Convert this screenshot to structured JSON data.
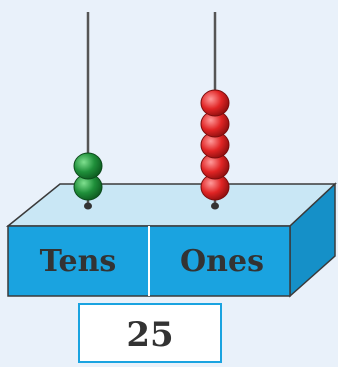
{
  "abacus": {
    "tens_label": "Tens",
    "ones_label": "Ones",
    "tens_beads": 2,
    "ones_beads": 5,
    "tens_bead_color": "#1f8f3a",
    "ones_bead_color": "#e02424",
    "box_color": "#1aa3e0",
    "top_color": "#c9e7f5"
  },
  "number": "25"
}
